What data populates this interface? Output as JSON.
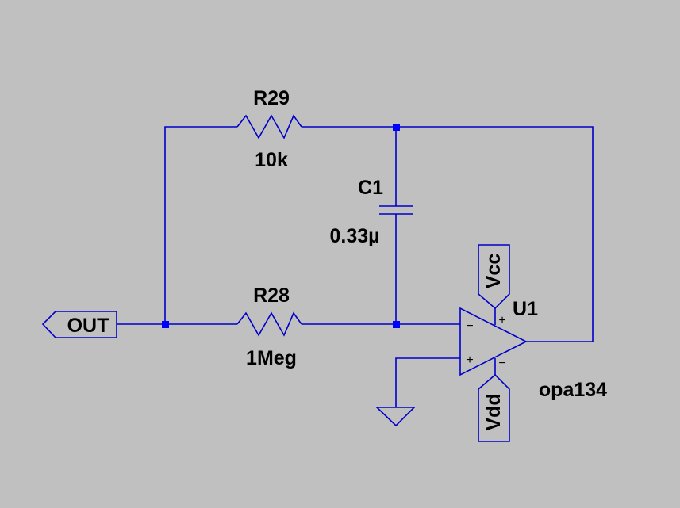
{
  "colors": {
    "background": "#c0c0c0",
    "wire": "#0000c8",
    "junction": "#0000ff",
    "text": "#000000"
  },
  "components": {
    "r29": {
      "ref": "R29",
      "value": "10k"
    },
    "r28": {
      "ref": "R28",
      "value": "1Meg"
    },
    "c1": {
      "ref": "C1",
      "value": "0.33µ"
    },
    "u1": {
      "ref": "U1",
      "model": "opa134",
      "pin_minus": "−",
      "pin_plus": "+",
      "supply_plus": "+",
      "supply_minus": "−"
    }
  },
  "ports": {
    "out": "OUT",
    "vcc": "Vcc",
    "vdd": "Vdd"
  }
}
